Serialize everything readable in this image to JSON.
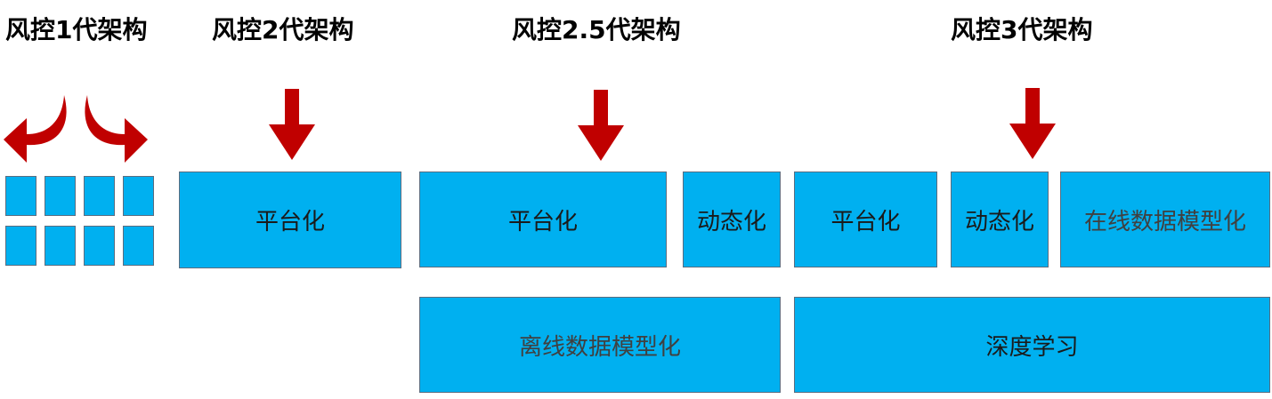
{
  "colors": {
    "box_fill": "#00b0f0",
    "box_border": "#5b6d80",
    "arrow": "#c00000",
    "title_text": "#000000"
  },
  "titles": {
    "gen1": "风控1代架构",
    "gen2": "风控2代架构",
    "gen2_5": "风控2.5代架构",
    "gen3": "风控3代架构"
  },
  "gen2": {
    "platform": "平台化"
  },
  "gen2_5": {
    "platform": "平台化",
    "dynamic": "动态化",
    "offline_model": "离线数据模型化"
  },
  "gen3": {
    "platform": "平台化",
    "dynamic": "动态化",
    "online_model": "在线数据模型化",
    "deep_learning": "深度学习"
  },
  "icons": [
    "curved-arrow-left-icon",
    "curved-arrow-right-icon",
    "down-arrow-icon"
  ]
}
